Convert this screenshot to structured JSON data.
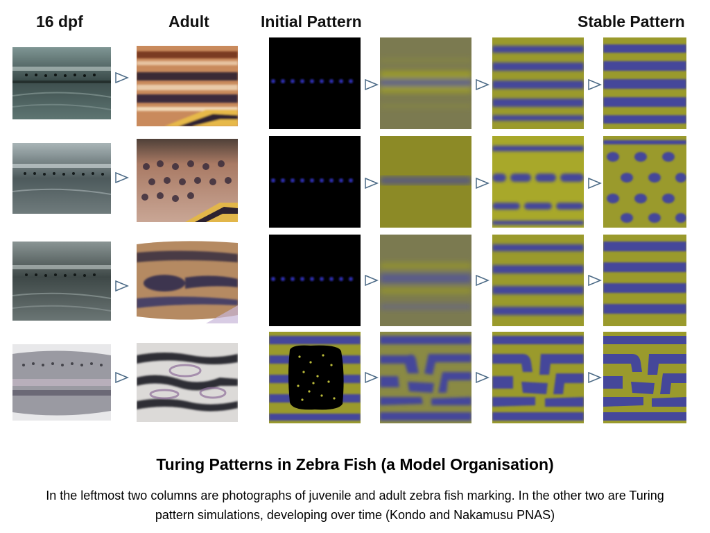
{
  "figure": {
    "column_titles": {
      "juvenile": "16 dpf",
      "adult": "Adult",
      "initial": "Initial Pattern",
      "stable": "Stable Pattern"
    },
    "rows": [
      {
        "photo": "juvenile-fish-photo",
        "adult": "adult-fish-stripes",
        "simulation": [
          "dots-on-black",
          "faint-stripes",
          "stripes",
          "stripes"
        ]
      },
      {
        "photo": "juvenile-fish-photo",
        "adult": "adult-fish-spots",
        "simulation": [
          "dots-on-black",
          "faint-stripe",
          "broken-stripes",
          "spots"
        ]
      },
      {
        "photo": "juvenile-fish-photo",
        "adult": "adult-fish-wide-stripes",
        "simulation": [
          "dots-on-black",
          "faint-stripes",
          "stripes",
          "stripes"
        ]
      },
      {
        "photo": "juvenile-fish-photo",
        "adult": "adult-fish-maze",
        "simulation": [
          "stripes-with-black-patch",
          "labyrinth",
          "labyrinth",
          "labyrinth"
        ]
      }
    ],
    "colors": {
      "sim_yellow": "#9a9a2c",
      "sim_blue": "#45479a",
      "sim_olive": "#7b7a50",
      "black": "#000000",
      "arrow_stroke": "#4b6a86"
    },
    "arrow_icon": "triangle-right-icon"
  },
  "caption": {
    "title": "Turing Patterns in Zebra Fish (a Model Organisation)",
    "text": "In the leftmost two columns are photographs of juvenile and adult zebra fish marking. In the other two are Turing pattern simulations, developing over time (Kondo and Nakamusu PNAS)"
  }
}
